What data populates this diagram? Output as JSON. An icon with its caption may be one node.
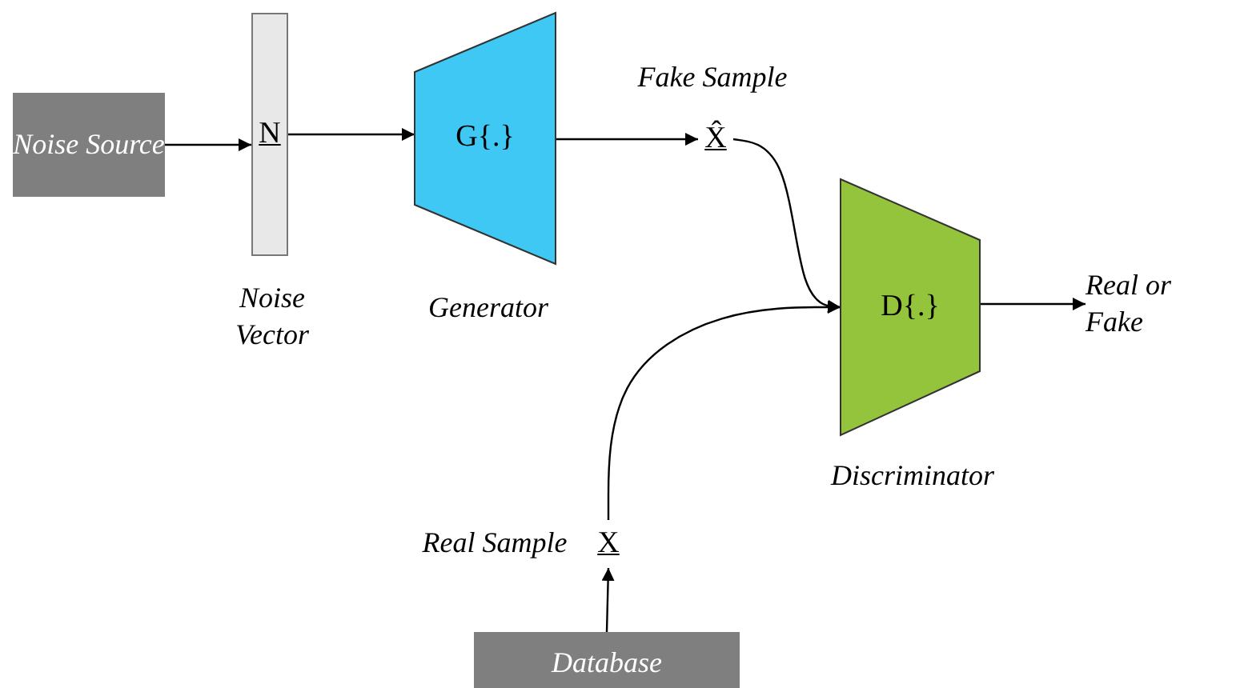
{
  "diagram": {
    "nodes": [
      {
        "text": [
          "Noise Source"
        ]
      },
      {
        "text": [
          "N"
        ],
        "beside": [
          "Noise Vector"
        ]
      },
      {
        "text": [
          "G{.}"
        ],
        "beside": [
          "Generator"
        ]
      },
      {
        "text": [
          "X̂"
        ],
        "beside": [
          "Fake Sample"
        ]
      },
      {
        "text": [
          "D{.}"
        ],
        "beside": [
          "Discriminator"
        ]
      },
      {
        "text": [
          "Real or Fake"
        ]
      },
      {
        "text": [
          "X"
        ],
        "beside": [
          "Real Sample"
        ]
      },
      {
        "text": [
          "Database"
        ]
      }
    ],
    "edges": [
      {
        "from": 0,
        "to": 1,
        "arrow": "to"
      },
      {
        "from": 1,
        "to": 2,
        "arrow": "to"
      },
      {
        "from": 2,
        "to": 3,
        "arrow": "to"
      },
      {
        "from": 3,
        "to": 4,
        "arrow": "to"
      },
      {
        "from": 6,
        "to": 4,
        "arrow": "to"
      },
      {
        "from": 4,
        "to": 5,
        "arrow": "to"
      },
      {
        "from": 7,
        "to": 6,
        "arrow": "to"
      }
    ]
  }
}
